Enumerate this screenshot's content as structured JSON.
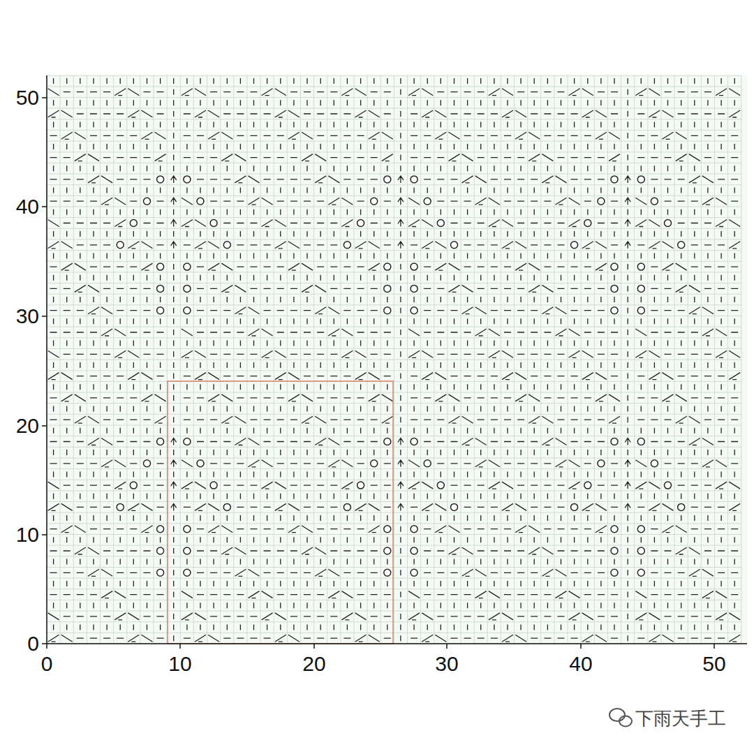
{
  "diagram": {
    "labels": [
      "50",
      "40",
      "30",
      "20",
      "10",
      "0",
      "0",
      "10",
      "20",
      "30",
      "40",
      "50",
      "下雨天手工"
    ]
  }
}
